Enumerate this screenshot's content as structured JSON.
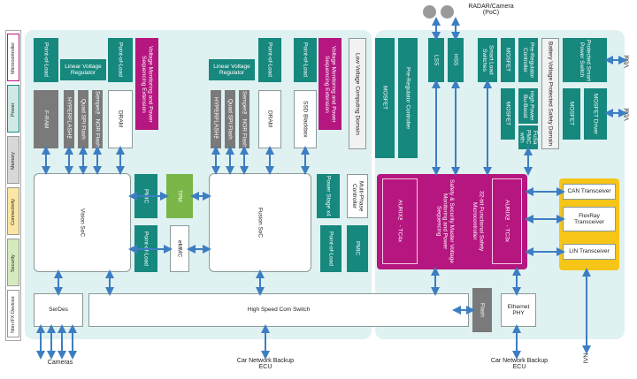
{
  "legend": [
    "Microcontroller",
    "Power",
    "Memory",
    "Connectivity",
    "Security",
    "Non-IFX Devices"
  ],
  "left": {
    "pol1": "Point-of-Load",
    "pol2": "Point-of-Load",
    "lvr1": "Linear Voltage Regulator",
    "vmon1": "Voltage Monitoring and Power Sequencing Extension",
    "fram": "F-RAM",
    "hyperflash1": "HYPERFLASH™",
    "quadspi1": "Quad SPI Flash",
    "semper1": "Semper™ NOR Flash",
    "dram1": "DRAM",
    "vision": "Vision SoC",
    "pmic1": "PMIC",
    "pol3": "Point-of-Load",
    "tpm": "TPM",
    "emmc": "eMMC",
    "pol4": "Point-of-Load",
    "pol5": "Point-of-Load",
    "lvr2": "Linear Voltage Regulator",
    "vmon2": "Voltage Monitoring and Power Sequencing Extension",
    "lvcd": "Low Voltage Computing Domain",
    "hyperflash2": "HYPERFLASH™",
    "quadspi2": "Quad SPI Flash",
    "semper2": "Semper™ NOR Flash",
    "dram2": "DRAM",
    "ssd": "SSD Blackbox",
    "fusion": "Fusion SoC",
    "powerstage": "Power Stage x4",
    "multiphase": "Multi-Phase Controller",
    "pol6": "Point-of-Load",
    "pmic2": "PMIC",
    "serdes": "SerDes",
    "switch": "High Speed Com Switch"
  },
  "right": {
    "mosfet1": "MOSFET",
    "preregctrl1": "Pre-Regulator Controller",
    "lss": "LSS",
    "hss": "HSS",
    "sls": "Smart Load Switches",
    "mosfet2": "MOSFET",
    "preregctrl2": "Pre-Regulator Controller",
    "battery": "Battery Voltage Protected Safety Domain",
    "protected_switch": "Protected Smart Power Switch",
    "hpbb": "High Power Bu-Boost",
    "mosfet3": "MOSFET",
    "fusapmic": "FuSa PMIC with",
    "mosfet4": "MOSFET",
    "mosfet_driver": "MOSFET Driver",
    "aurix_title": "32-bit Functional Safety Microcontroller",
    "aurix_tc3x": "AURIX™ - TC3x",
    "aurix_tc4x": "AURIX™ - TC4x",
    "safety_master": "Safety & Security Master Voltage Monitoring and Power Sequencing",
    "can": "CAN Transceiver",
    "flexray": "FlexRay Transceiver",
    "lin": "LIN Transceiver",
    "flash": "Flash",
    "ethernet": "Ethernet PHY"
  },
  "outside": {
    "radar": "RADAR/Camera (PoC)",
    "vbat1": "Vbat",
    "vbat2": "Vbat",
    "cameras": "Cameras",
    "carnet1": "Car Network Backup ECU",
    "carnet2": "Car Network Backup ECU",
    "ivn": "IVN"
  },
  "colors": {
    "panel": "#dff1f1",
    "teal": "#16887e",
    "magenta": "#b5167f",
    "grey": "#7a7a7a",
    "yellow": "#f5c518",
    "green": "#7ab648",
    "arrow": "#3d7ec2"
  }
}
